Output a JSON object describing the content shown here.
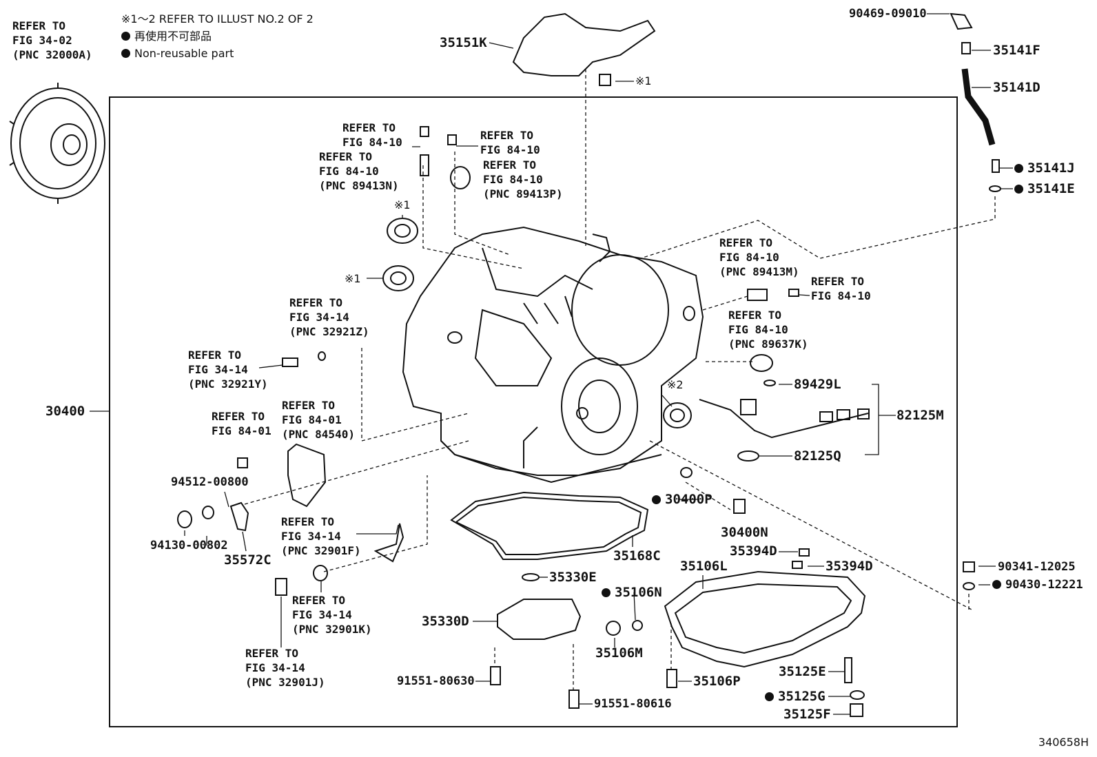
{
  "legend": {
    "note": "※1～2 REFER TO ILLUST NO.2 OF 2",
    "jp": "再使用不可部品",
    "en": "Non-reusable part"
  },
  "illustration_code": "340658H",
  "refs": {
    "r1": [
      "REFER TO",
      "FIG 34-02",
      "(PNC 32000A)"
    ],
    "r2": [
      "REFER TO",
      "FIG 84-10"
    ],
    "r3": [
      "REFER TO",
      "FIG 84-10",
      "(PNC 89413N)"
    ],
    "r4": [
      "REFER TO",
      "FIG 84-10"
    ],
    "r5": [
      "REFER TO",
      "FIG 84-10",
      "(PNC 89413P)"
    ],
    "r6": [
      "REFER TO",
      "FIG 34-14",
      "(PNC 32921Z)"
    ],
    "r7": [
      "REFER TO",
      "FIG 34-14",
      "(PNC 32921Y)"
    ],
    "r8": [
      "REFER TO",
      "FIG 84-01",
      "(PNC 84540)"
    ],
    "r9": [
      "REFER TO",
      "FIG 84-01"
    ],
    "r10": [
      "REFER TO",
      "FIG 34-14",
      "(PNC 32901F)"
    ],
    "r11": [
      "REFER TO",
      "FIG 34-14",
      "(PNC 32901K)"
    ],
    "r12": [
      "REFER TO",
      "FIG 34-14",
      "(PNC 32901J)"
    ],
    "r13": [
      "REFER TO",
      "FIG 84-10",
      "(PNC 89413M)"
    ],
    "r14": [
      "REFER TO",
      "FIG 84-10"
    ],
    "r15": [
      "REFER TO",
      "FIG 84-10",
      "(PNC 89637K)"
    ]
  },
  "parts": {
    "p35151K": "35151K",
    "p90469": "90469-09010",
    "p35141F": "35141F",
    "p35141D": "35141D",
    "p35141J": "35141J",
    "p35141E": "35141E",
    "p30400": "30400",
    "p94512": "94512-00800",
    "p94130": "94130-00802",
    "p35572C": "35572C",
    "p89429L": "89429L",
    "p82125M": "82125M",
    "p82125Q": "82125Q",
    "p30400P": "30400P",
    "p30400N": "30400N",
    "p35168C": "35168C",
    "p35394D_a": "35394D",
    "p35394D_b": "35394D",
    "p90341": "90341-12025",
    "p90430": "90430-12221",
    "p35106L": "35106L",
    "p35330E": "35330E",
    "p35106N": "35106N",
    "p35330D": "35330D",
    "p35106M": "35106M",
    "p91551_630": "91551-80630",
    "p91551_616": "91551-80616",
    "p35106P": "35106P",
    "p35125E": "35125E",
    "p35125G": "35125G",
    "p35125F": "35125F",
    "m1a": "※1",
    "m1b": "※1",
    "m1c": "※1",
    "m2": "※2"
  }
}
